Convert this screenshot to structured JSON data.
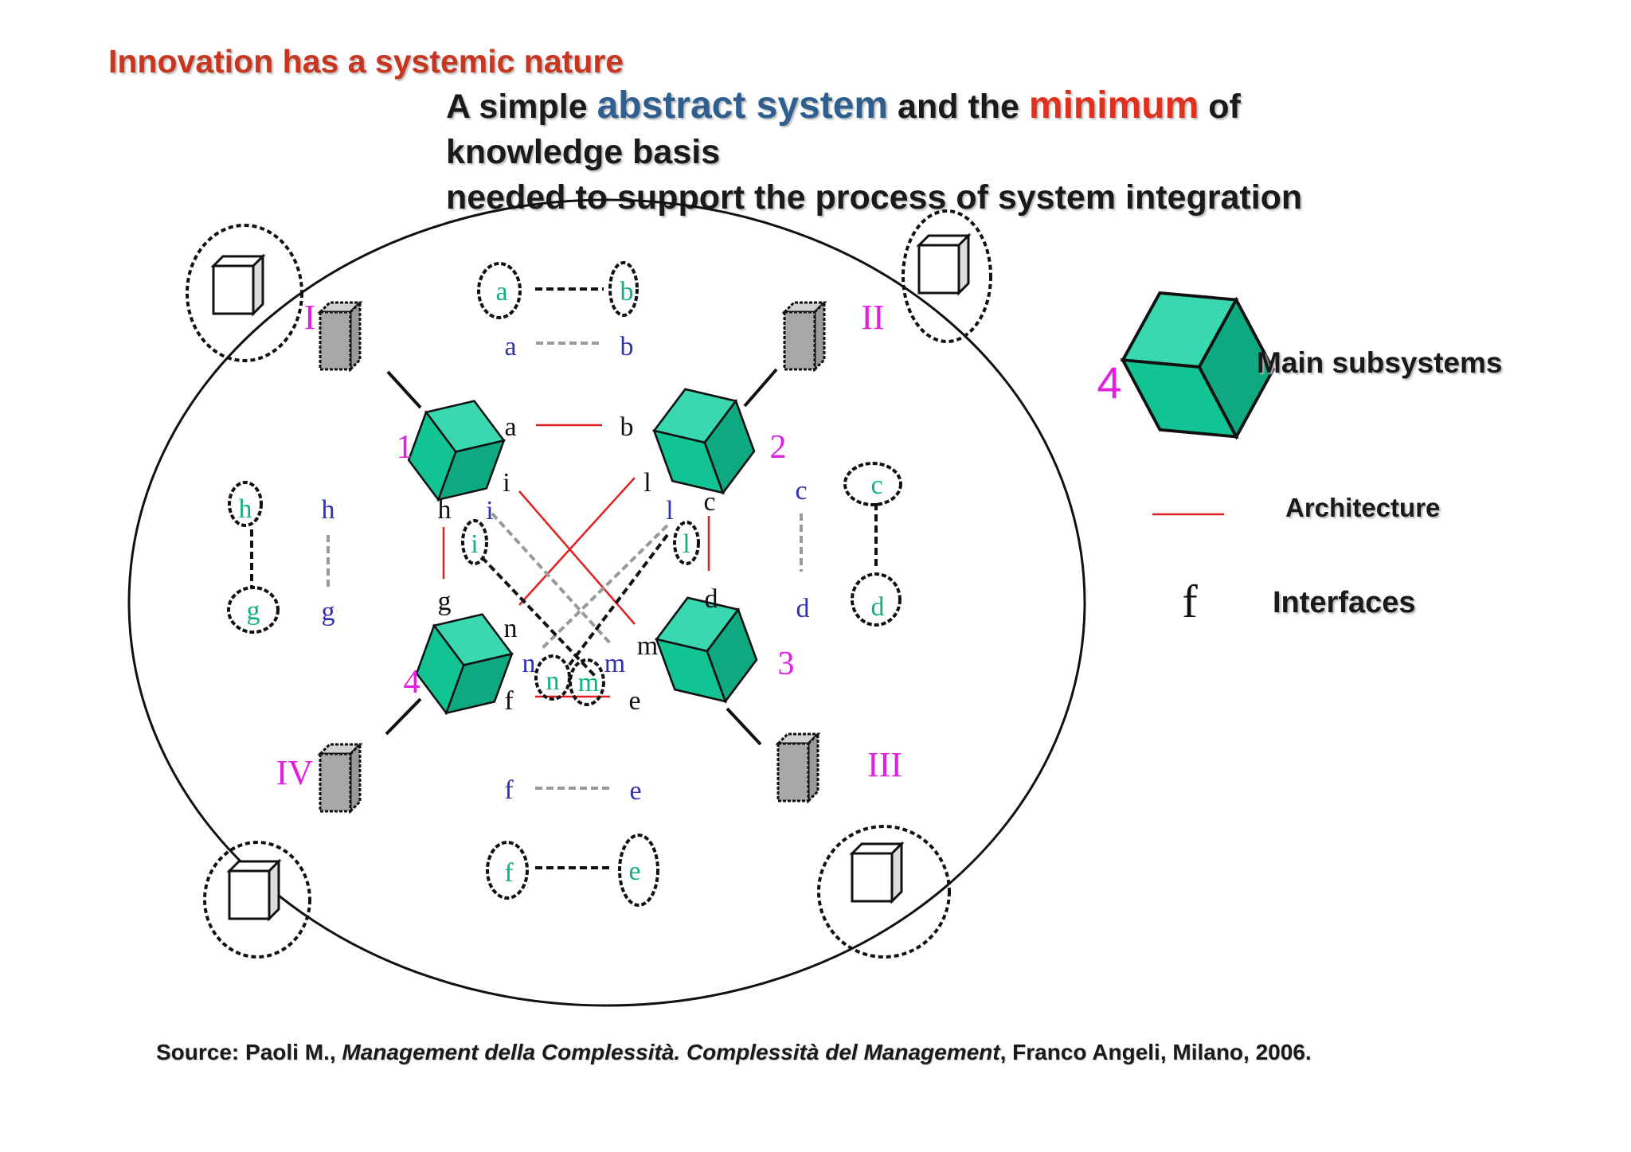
{
  "title": "Innovation has a systemic nature",
  "subtitle": {
    "part1": "A simple ",
    "highlight1": "abstract system",
    "part2": " and the ",
    "highlight2": "minimum",
    "part3": " of",
    "line2": "knowledge basis",
    "line3_partial": "needed to support the process of system integration"
  },
  "legend": {
    "main_subsystems": "Main subsystems",
    "main_subsystems_number": "4",
    "architecture": "Architecture",
    "interfaces_symbol": "f",
    "interfaces": "Interfaces"
  },
  "diagram": {
    "roman_labels": [
      "I",
      "II",
      "III",
      "IV"
    ],
    "subsystem_numbers": [
      "1",
      "2",
      "3",
      "4"
    ],
    "interface_letters": [
      "a",
      "b",
      "c",
      "d",
      "e",
      "f",
      "g",
      "h",
      "i",
      "l",
      "m",
      "n"
    ]
  },
  "source": {
    "prefix": "Source: Paoli M., ",
    "book": "Management della Complessità. Complessità del Management",
    "suffix": ", Franco Angeli, Milano, 2006."
  },
  "colors": {
    "title": "#c8361f",
    "abstract_system": "#2f5f8f",
    "minimum": "#e0301e",
    "cube_green": "#1fc89a",
    "magenta_labels": "#e020e0",
    "blue_letters": "#3030b0",
    "green_letters": "#10b080",
    "architecture_line": "#e02020"
  }
}
